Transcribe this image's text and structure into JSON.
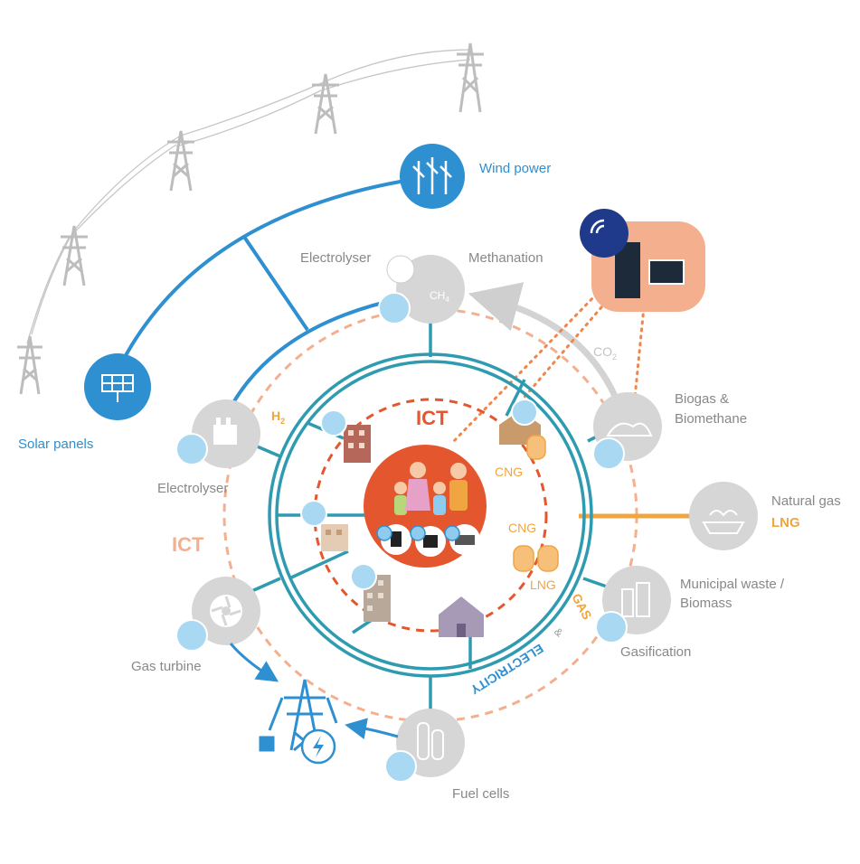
{
  "labels": {
    "wind_power": "Wind power",
    "solar_panels": "Solar panels",
    "electrolyser_top": "Electrolyser",
    "methanation": "Methanation",
    "ch4": "CH",
    "ch4_sub": "4",
    "co2": "CO",
    "co2_sub": "2",
    "h2": "H",
    "h2_sub": "2",
    "electrolyser_left": "Electrolyser",
    "biogas_line1": "Biogas &",
    "biogas_line2": "Biomethane",
    "natural_gas": "Natural gas",
    "lng_right": "LNG",
    "municipal_line1": "Municipal waste /",
    "municipal_line2": "Biomass",
    "gasification": "Gasification",
    "gas_turbine": "Gas turbine",
    "fuel_cells": "Fuel cells",
    "ict_outer": "ICT",
    "ict_inner": "ICT",
    "cng_top": "CNG",
    "cng_mid": "CNG",
    "lng_mid": "LNG",
    "gas": "GAS",
    "amp": "&",
    "electricity": "ELECTRICITY"
  },
  "colors": {
    "blue": "#2e8fd1",
    "light_blue": "#8ecbee",
    "teal": "#2f9bb0",
    "orange": "#e4572e",
    "salmon": "#f4b08e",
    "amber": "#f0a640",
    "gray_node": "#d6d6d6",
    "pylon": "#bdbdbd",
    "label_gray": "#888888"
  },
  "icons": [
    "wind-turbine-icon",
    "solar-panel-icon",
    "wireless-icon",
    "server-icon",
    "monitor-icon",
    "electrolyser-icon",
    "methanation-icon",
    "biogas-dome-icon",
    "lng-ship-icon",
    "silo-icon",
    "turbine-icon",
    "fuel-cell-icon",
    "power-pylon-icon",
    "lightning-icon",
    "family-icon",
    "house-icon",
    "building-icon",
    "gas-cylinder-icon"
  ]
}
